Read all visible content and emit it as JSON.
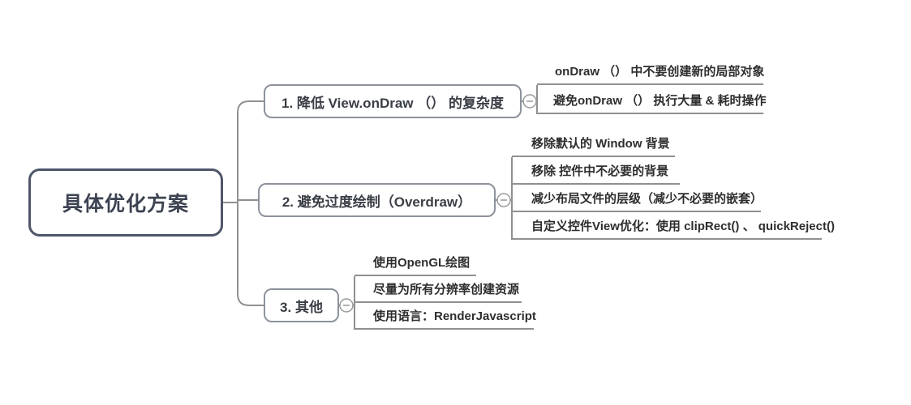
{
  "canvas": {
    "background_color": "#ffffff",
    "connector_color": "#909090",
    "root_border_color": "#4e5668",
    "branch_border_color": "#8d929b"
  },
  "root": {
    "label": "具体优化方案"
  },
  "branches": [
    {
      "label": "1. 降低 View.onDraw （） 的复杂度",
      "collapse_icon": "minus-icon",
      "children": [
        {
          "label": "onDraw （） 中不要创建新的局部对象"
        },
        {
          "label": "避免onDraw （） 执行大量 & 耗时操作"
        }
      ]
    },
    {
      "label": "2. 避免过度绘制（Overdraw）",
      "collapse_icon": "minus-icon",
      "children": [
        {
          "label": "移除默认的 Window 背景"
        },
        {
          "label": "移除 控件中不必要的背景"
        },
        {
          "label": "减少布局文件的层级（减少不必要的嵌套）"
        },
        {
          "label": "自定义控件View优化：使用 clipRect() 、 quickReject()"
        }
      ]
    },
    {
      "label": "3. 其他",
      "collapse_icon": "minus-icon",
      "children": [
        {
          "label": "使用OpenGL绘图"
        },
        {
          "label": "尽量为所有分辨率创建资源"
        },
        {
          "label": "使用语言：RenderJavascript"
        }
      ]
    }
  ]
}
